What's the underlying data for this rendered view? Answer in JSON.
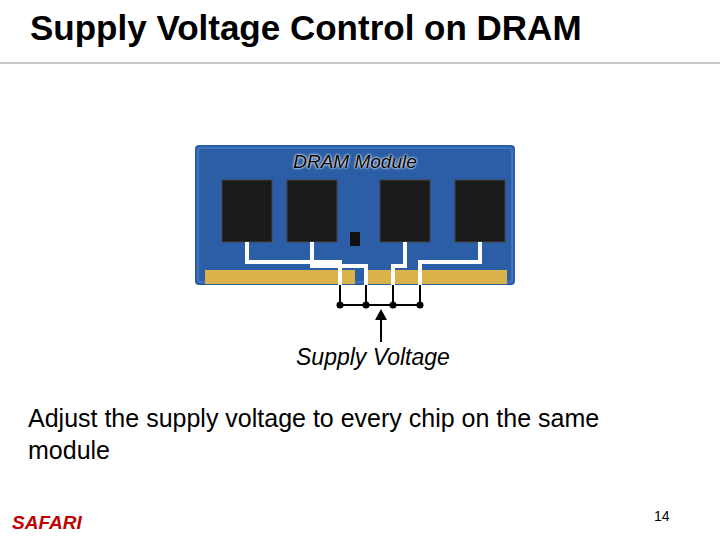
{
  "diagram": {
    "title": "Supply Voltage Control on DRAM",
    "nodes": [
      {
        "text": [
          "DRAM Module"
        ]
      }
    ],
    "labels": [
      "Supply Voltage",
      "Adjust the supply voltage to every chip on the same module",
      "SAFARI",
      "14"
    ]
  }
}
